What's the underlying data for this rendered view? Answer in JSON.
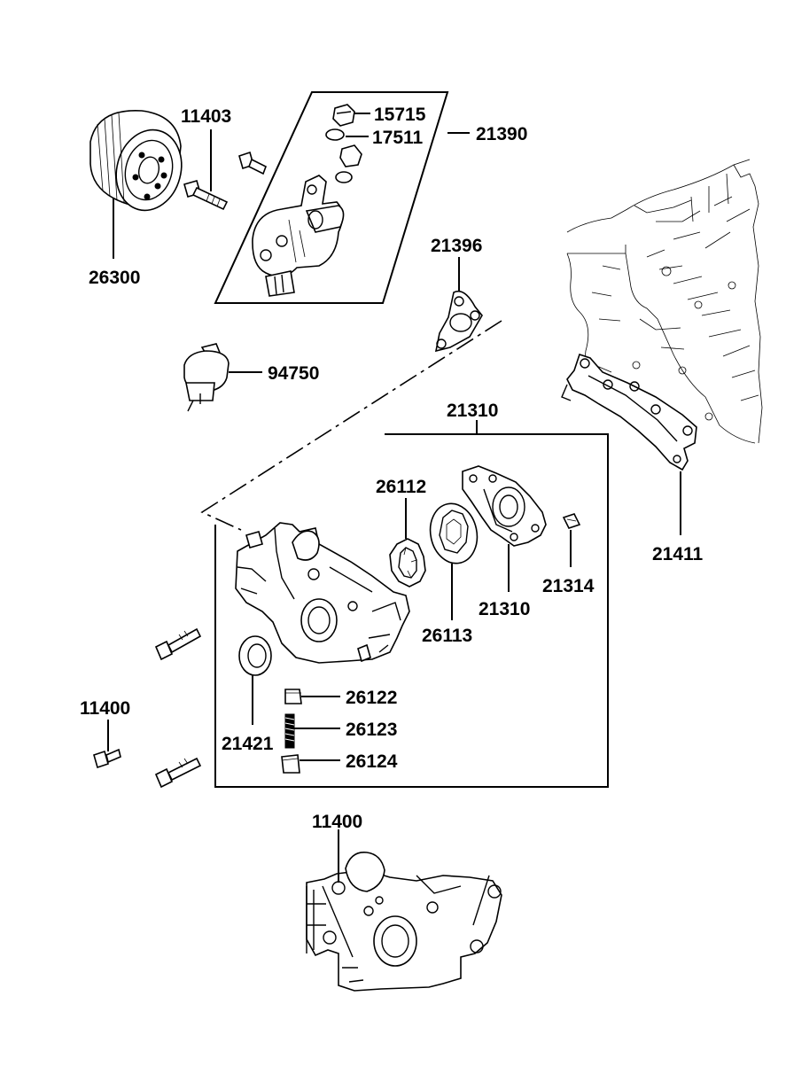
{
  "callouts": {
    "oil_filter": "26300",
    "filter_bolt": "11403",
    "cap_nut": "15715",
    "o_ring": "17511",
    "oil_control_valve_assy": "21390",
    "gasket_upper": "21396",
    "oil_pressure_switch": "94750",
    "oil_pump_assy": "21310",
    "outer_rotor": "26112",
    "inner_rotor": "26113",
    "pump_cover": "21310",
    "pin": "21314",
    "front_gasket": "21411",
    "oil_seal": "21421",
    "plug": "26122",
    "spring": "26123",
    "relief_plunger": "26124",
    "bolt_left": "11400",
    "bolt_bottom": "11400"
  },
  "colors": {
    "ink": "#000000",
    "paper": "#ffffff"
  }
}
